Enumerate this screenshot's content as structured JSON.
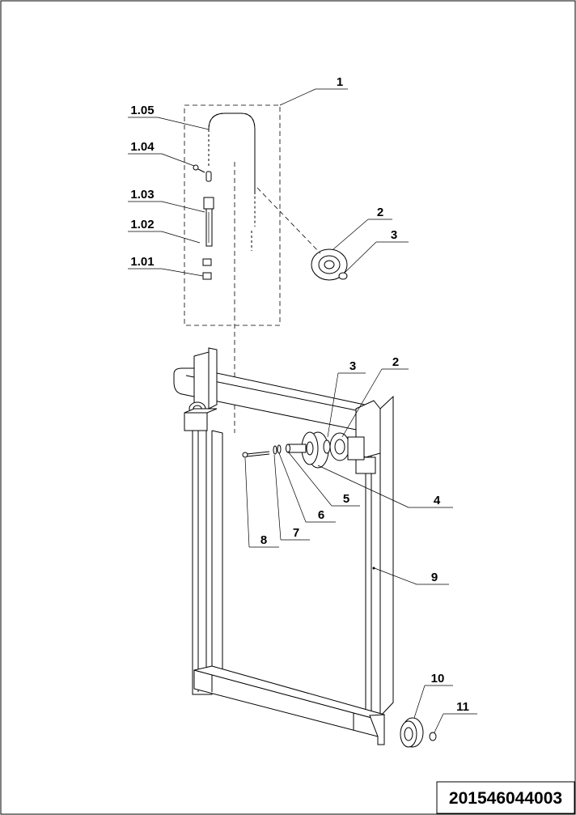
{
  "document_number": "201546044003",
  "callouts": [
    {
      "id": "c-1",
      "text": "1"
    },
    {
      "id": "c-1-05",
      "text": "1.05"
    },
    {
      "id": "c-1-04",
      "text": "1.04"
    },
    {
      "id": "c-1-03",
      "text": "1.03"
    },
    {
      "id": "c-1-02",
      "text": "1.02"
    },
    {
      "id": "c-1-01",
      "text": "1.01"
    },
    {
      "id": "c-2a",
      "text": "2"
    },
    {
      "id": "c-3a",
      "text": "3"
    },
    {
      "id": "c-3b",
      "text": "3"
    },
    {
      "id": "c-2b",
      "text": "2"
    },
    {
      "id": "c-5",
      "text": "5"
    },
    {
      "id": "c-4",
      "text": "4"
    },
    {
      "id": "c-6",
      "text": "6"
    },
    {
      "id": "c-7",
      "text": "7"
    },
    {
      "id": "c-8",
      "text": "8"
    },
    {
      "id": "c-9",
      "text": "9"
    },
    {
      "id": "c-10",
      "text": "10"
    },
    {
      "id": "c-11",
      "text": "11"
    }
  ]
}
